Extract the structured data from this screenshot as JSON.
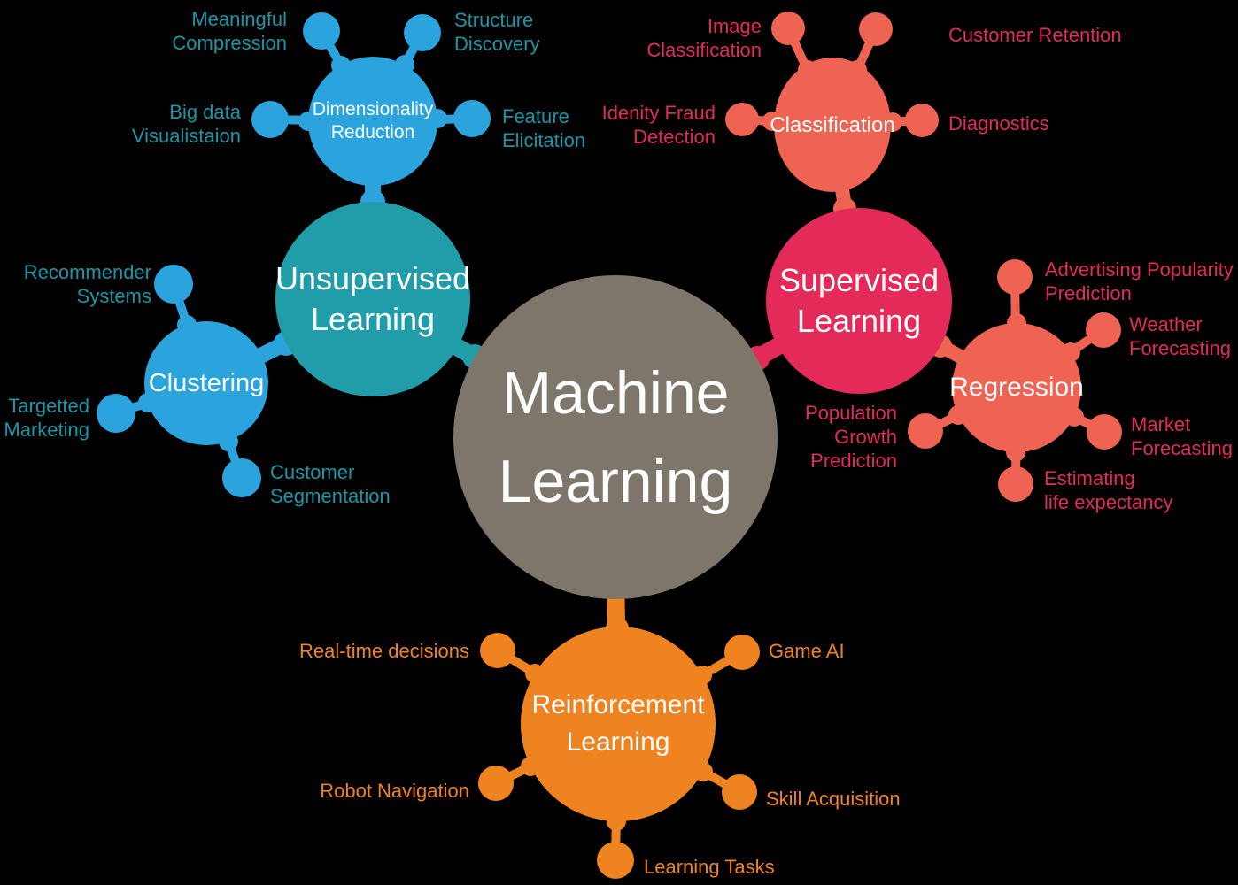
{
  "colors": {
    "background": "#000000",
    "blue": "#2BA3DC",
    "teal": "#219DA9",
    "teal_label": "#1B96A6",
    "taupe": "#7E766A",
    "crimson": "#E42A59",
    "salmon": "#EE6351",
    "orange": "#EF8320",
    "node_text": "#FFFFFF"
  },
  "center": {
    "label": "Machine\nLearning"
  },
  "unsupervised": {
    "circle_label": "Unsupervised\nLearning",
    "dimensionality_reduction": {
      "hub_label": "Dimensionality\nReduction",
      "satellites": {
        "meaningful_compression": "Meaningful\nCompression",
        "structure_discovery": "Structure\nDiscovery",
        "big_data_visualistaion": "Big data\nVisualistaion",
        "feature_elicitation": "Feature\nElicitation"
      }
    },
    "clustering": {
      "hub_label": "Clustering",
      "satellites": {
        "recommender_systems": "Recommender\nSystems",
        "targetted_marketing": "Targetted\nMarketing",
        "customer_segmentation": "Customer\nSegmentation"
      }
    }
  },
  "supervised": {
    "circle_label": "Supervised\nLearning",
    "classification": {
      "hub_label": "Classification",
      "satellites": {
        "image_classification": "Image\nClassification",
        "customer_retention": "Customer Retention",
        "idenity_fraud_detection": "Idenity Fraud\nDetection",
        "diagnostics": "Diagnostics"
      }
    },
    "regression": {
      "hub_label": "Regression",
      "satellites": {
        "advertising_popularity_prediction": "Advertising Popularity\nPrediction",
        "weather_forecasting": "Weather\nForecasting",
        "market_forecasting": "Market\nForecasting",
        "estimating_life_expectancy": "Estimating\nlife expectancy",
        "population_growth_prediction": "Population\nGrowth\nPrediction"
      }
    }
  },
  "reinforcement": {
    "circle_label": "Reinforcement\nLearning",
    "satellites": {
      "real_time_decisions": "Real-time decisions",
      "game_ai": "Game AI",
      "robot_navigation": "Robot Navigation",
      "skill_acquisition": "Skill Acquisition",
      "learning_tasks": "Learning Tasks"
    }
  }
}
